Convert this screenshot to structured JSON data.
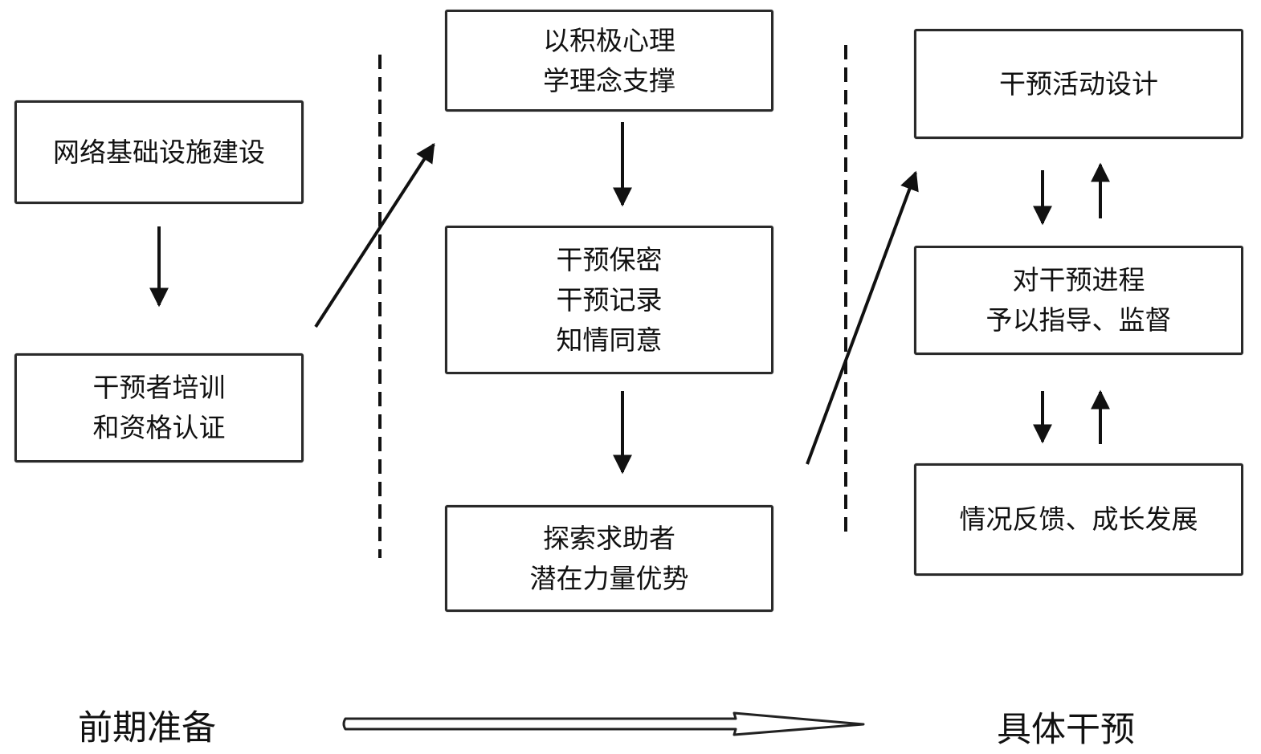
{
  "diagram": {
    "stages": {
      "left": "前期准备",
      "right": "具体干预"
    },
    "left_column": [
      {
        "lines": [
          "网络基础设施建设"
        ]
      },
      {
        "lines": [
          "干预者培训",
          "和资格认证"
        ]
      }
    ],
    "middle_column": [
      {
        "lines": [
          "以积极心理",
          "学理念支撑"
        ]
      },
      {
        "lines": [
          "干预保密",
          "干预记录",
          "知情同意"
        ]
      },
      {
        "lines": [
          "探索求助者",
          "潜在力量优势"
        ]
      }
    ],
    "right_column": [
      {
        "lines": [
          "干预活动设计"
        ]
      },
      {
        "lines": [
          "对干预进程",
          "予以指导、监督"
        ]
      },
      {
        "lines": [
          "情况反馈、成长发展"
        ]
      }
    ]
  }
}
